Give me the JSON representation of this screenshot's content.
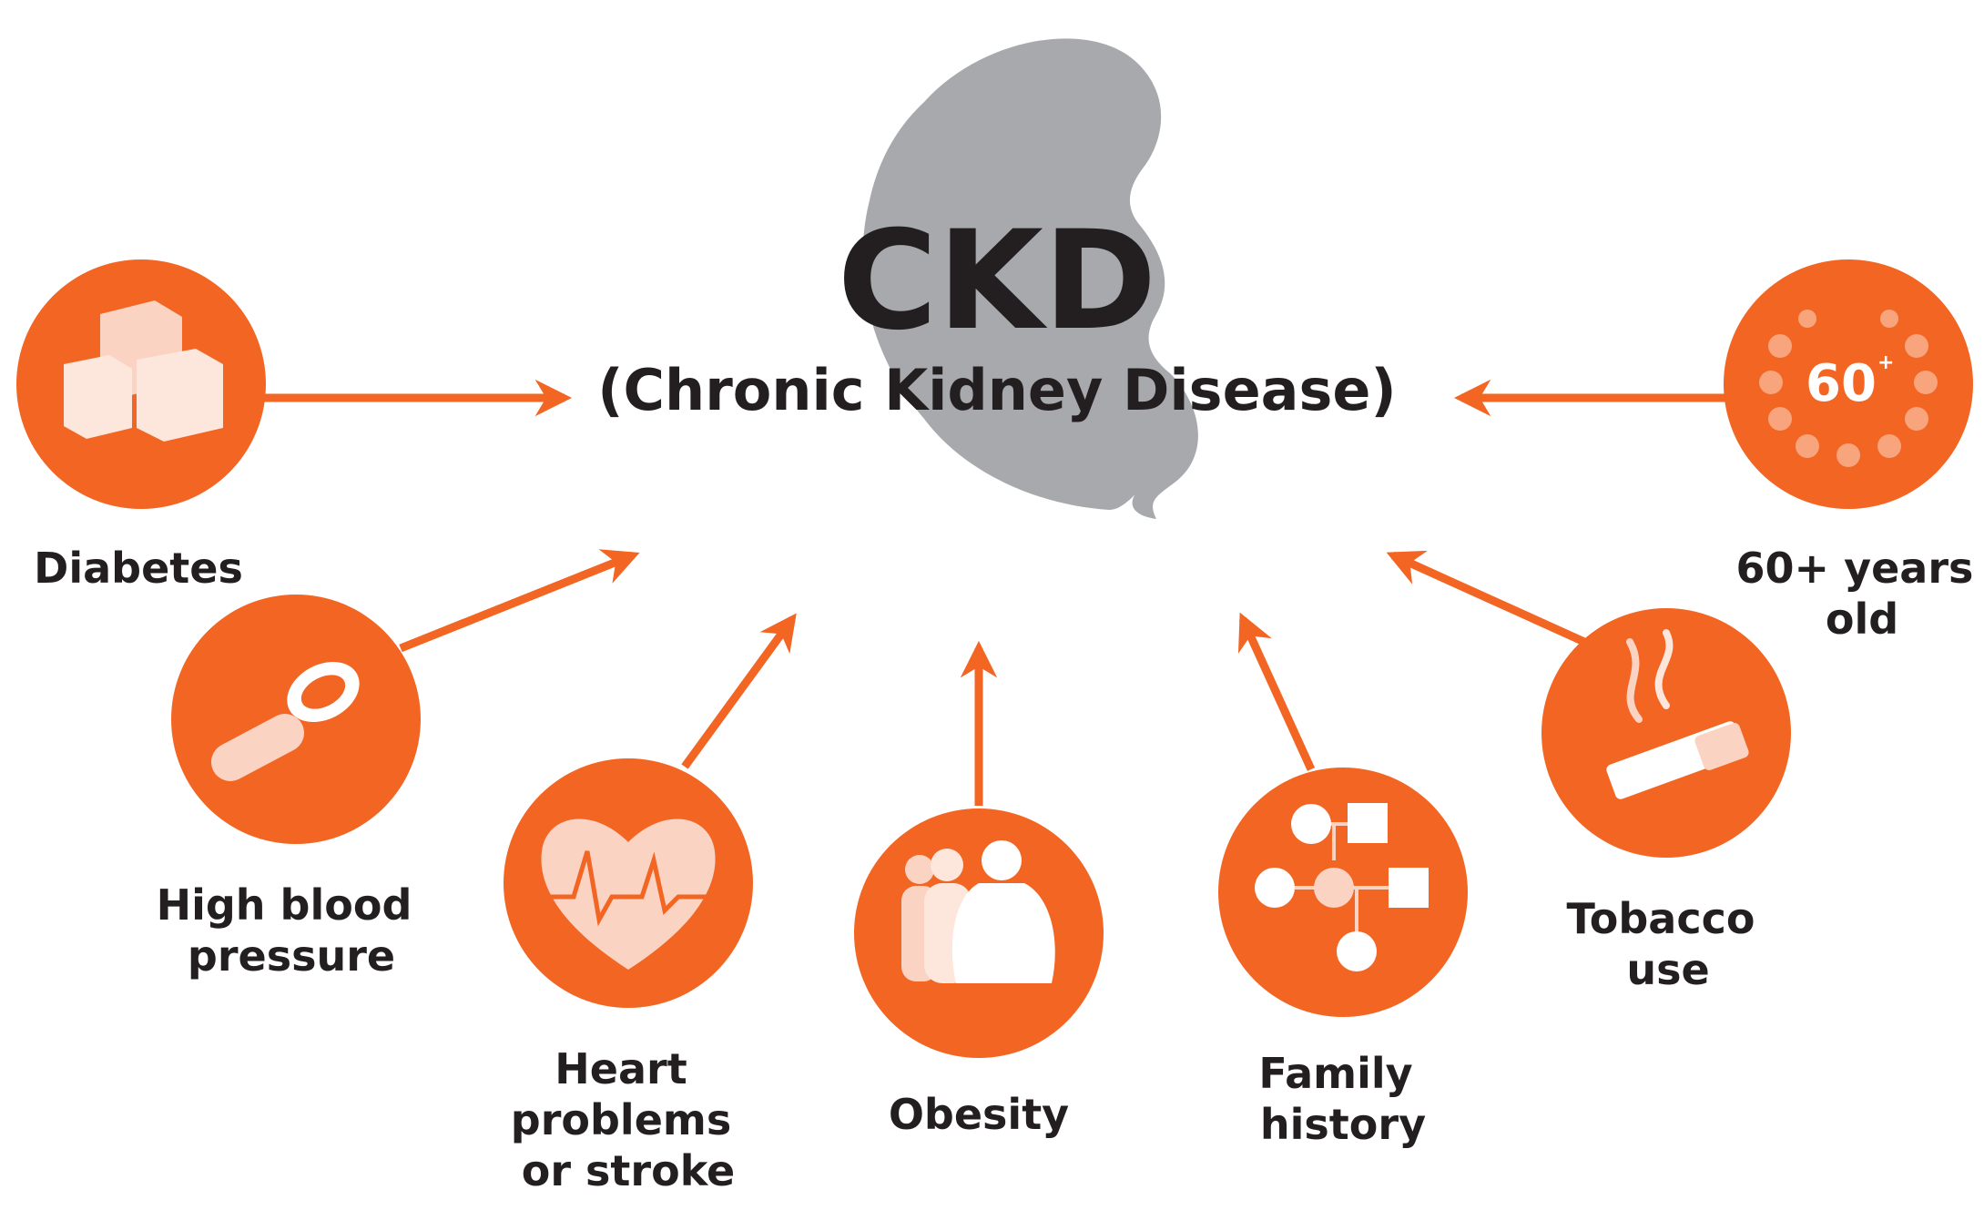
{
  "center": {
    "title": "CKD",
    "subtitle": "(Chronic Kidney Disease)"
  },
  "colors": {
    "orange": "#f26522",
    "kidney_gray": "#a7a9ac",
    "text_dark": "#231f20",
    "icon_light": "#fbd3c2",
    "icon_white": "#ffffff"
  },
  "risk_factors": [
    {
      "id": "diabetes",
      "icon": "sugar-cubes-icon",
      "lines": [
        "Diabetes"
      ]
    },
    {
      "id": "high-blood-pressure",
      "icon": "blood-pressure-cuff-icon",
      "lines": [
        "High blood",
        "pressure"
      ]
    },
    {
      "id": "heart",
      "icon": "heart-ecg-icon",
      "lines": [
        "Heart",
        "problems",
        "or stroke"
      ]
    },
    {
      "id": "obesity",
      "icon": "body-silhouettes-icon",
      "lines": [
        "Obesity"
      ]
    },
    {
      "id": "family-history",
      "icon": "family-tree-icon",
      "lines": [
        "Family",
        "history"
      ]
    },
    {
      "id": "tobacco",
      "icon": "cigarette-icon",
      "lines": [
        "Tobacco",
        "use"
      ]
    },
    {
      "id": "age",
      "icon": "age-60-laurel-icon",
      "lines": [
        "60+ years",
        "old"
      ],
      "badge": "60"
    }
  ]
}
